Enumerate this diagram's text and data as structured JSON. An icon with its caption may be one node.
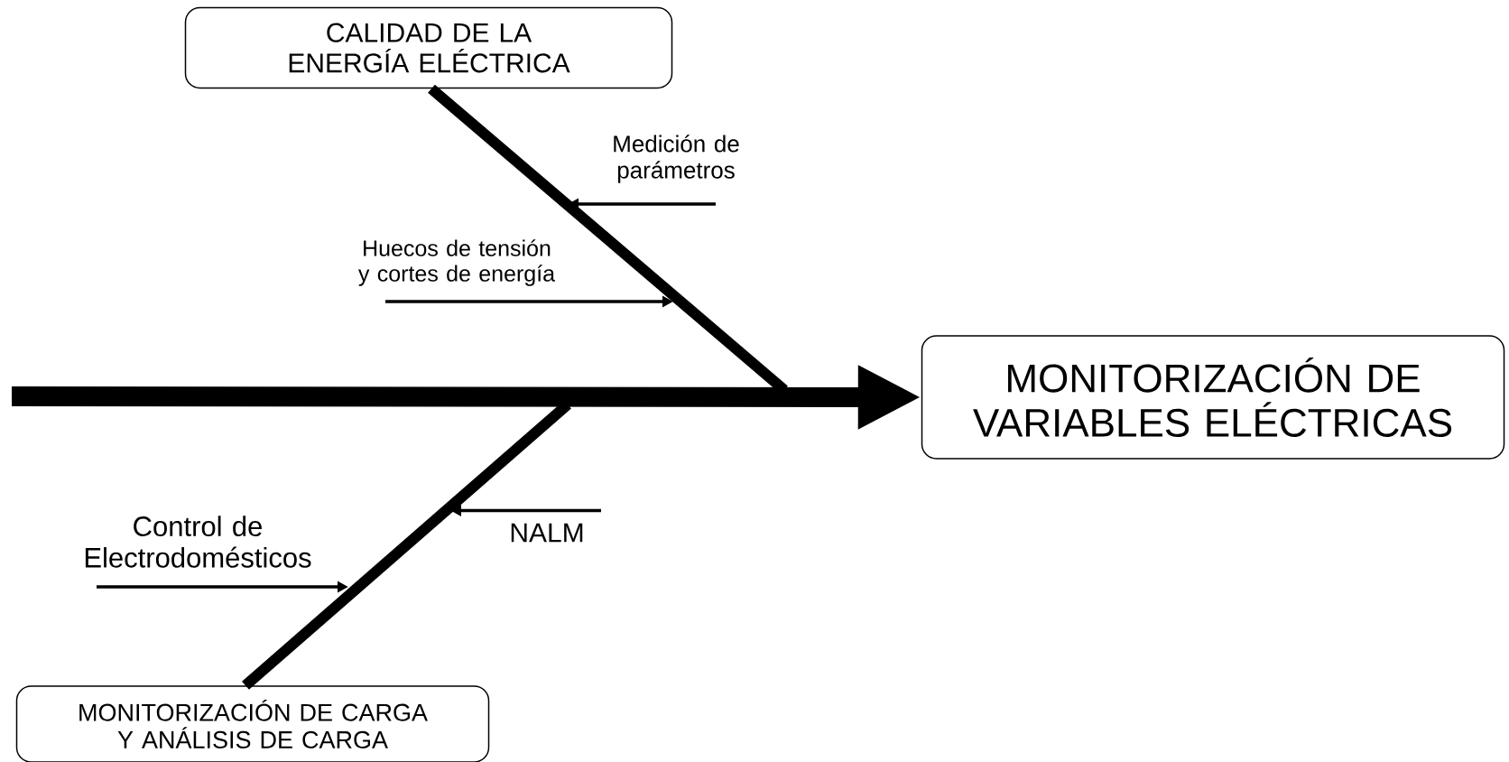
{
  "diagram": {
    "nodes": [
      {
        "text": [
          "CALIDAD DE LA ENERGÍA ELÉCTRICA"
        ]
      },
      {
        "text": [
          "Medición de parámetros"
        ]
      },
      {
        "text": [
          "Huecos de tensión y cortes de energía"
        ]
      },
      {
        "text": [
          "MONITORIZACIÓN DE VARIABLES ELÉCTRICAS"
        ]
      },
      {
        "text": [
          "NALM"
        ]
      },
      {
        "text": [
          "Control de Electrodomésticos"
        ]
      },
      {
        "text": [
          "MONITORIZACIÓN DE CARGA Y ANÁLISIS DE CARGA"
        ]
      }
    ],
    "edges": [
      {
        "from": null,
        "to": 3,
        "arrow": "to",
        "style": "thick"
      },
      {
        "from": 0,
        "to": null,
        "arrow": "none",
        "style": "thick"
      },
      {
        "from": 6,
        "to": null,
        "arrow": "none",
        "style": "thick"
      },
      {
        "from": 1,
        "to": null,
        "arrow": "to"
      },
      {
        "from": 2,
        "to": null,
        "arrow": "to"
      },
      {
        "from": 4,
        "to": null,
        "arrow": "to"
      },
      {
        "from": 5,
        "to": null,
        "arrow": "to"
      }
    ]
  }
}
